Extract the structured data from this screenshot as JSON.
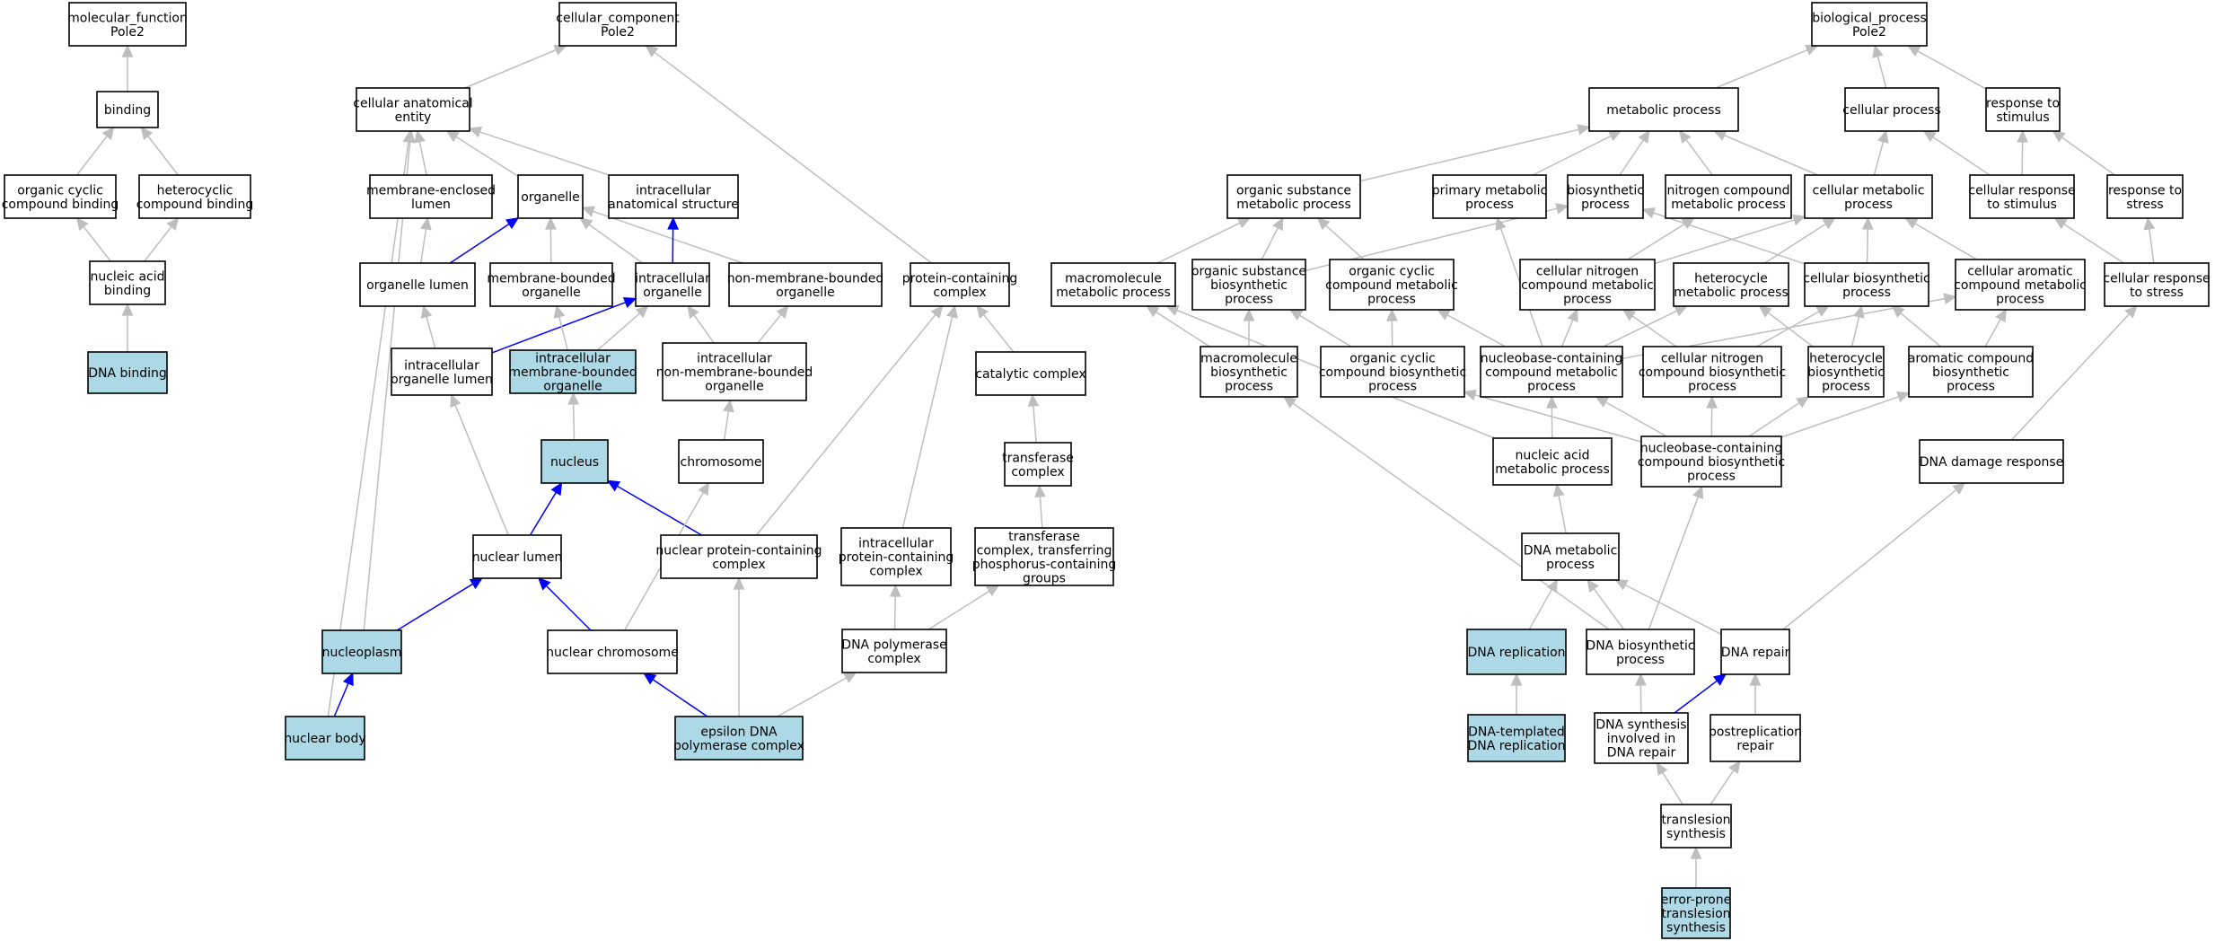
{
  "colors": {
    "highlight_fill": "#add8e6",
    "node_fill": "#ffffff",
    "edge_gray": "#bebebe",
    "edge_blue": "#0000ff"
  },
  "nodes": [
    {
      "id": "mf",
      "lines": [
        "molecular_function",
        "Pole2"
      ],
      "hl": false
    },
    {
      "id": "binding",
      "lines": [
        "binding"
      ],
      "hl": false
    },
    {
      "id": "ocb",
      "lines": [
        "organic cyclic",
        "compound binding"
      ],
      "hl": false
    },
    {
      "id": "hcb",
      "lines": [
        "heterocyclic",
        "compound binding"
      ],
      "hl": false
    },
    {
      "id": "nab",
      "lines": [
        "nucleic acid",
        "binding"
      ],
      "hl": false
    },
    {
      "id": "dnab",
      "lines": [
        "DNA binding"
      ],
      "hl": true
    },
    {
      "id": "cc",
      "lines": [
        "cellular_component",
        "Pole2"
      ],
      "hl": false
    },
    {
      "id": "cae",
      "lines": [
        "cellular anatomical",
        "entity"
      ],
      "hl": false
    },
    {
      "id": "mel",
      "lines": [
        "membrane-enclosed",
        "lumen"
      ],
      "hl": false
    },
    {
      "id": "organelle",
      "lines": [
        "organelle"
      ],
      "hl": false
    },
    {
      "id": "ias",
      "lines": [
        "intracellular",
        "anatomical structure"
      ],
      "hl": false
    },
    {
      "id": "ol",
      "lines": [
        "organelle lumen"
      ],
      "hl": false
    },
    {
      "id": "mbo",
      "lines": [
        "membrane-bounded",
        "organelle"
      ],
      "hl": false
    },
    {
      "id": "io",
      "lines": [
        "intracellular",
        "organelle"
      ],
      "hl": false
    },
    {
      "id": "nmbo",
      "lines": [
        "non-membrane-bounded",
        "organelle"
      ],
      "hl": false
    },
    {
      "id": "iol",
      "lines": [
        "intracellular",
        "organelle lumen"
      ],
      "hl": false
    },
    {
      "id": "imbo",
      "lines": [
        "intracellular",
        "membrane-bounded",
        "organelle"
      ],
      "hl": true
    },
    {
      "id": "inmbo",
      "lines": [
        "intracellular",
        "non-membrane-bounded",
        "organelle"
      ],
      "hl": false
    },
    {
      "id": "nucleus",
      "lines": [
        "nucleus"
      ],
      "hl": true
    },
    {
      "id": "chromosome",
      "lines": [
        "chromosome"
      ],
      "hl": false
    },
    {
      "id": "nuclumen",
      "lines": [
        "nuclear lumen"
      ],
      "hl": false
    },
    {
      "id": "npcc",
      "lines": [
        "nuclear protein-containing",
        "complex"
      ],
      "hl": false
    },
    {
      "id": "nucleoplasm",
      "lines": [
        "nucleoplasm"
      ],
      "hl": true
    },
    {
      "id": "nchrom",
      "lines": [
        "nuclear chromosome"
      ],
      "hl": false
    },
    {
      "id": "nbody",
      "lines": [
        "nuclear body"
      ],
      "hl": true
    },
    {
      "id": "epsilon",
      "lines": [
        "epsilon DNA",
        "polymerase complex"
      ],
      "hl": true
    },
    {
      "id": "pcc",
      "lines": [
        "protein-containing",
        "complex"
      ],
      "hl": false
    },
    {
      "id": "catc",
      "lines": [
        "catalytic complex"
      ],
      "hl": false
    },
    {
      "id": "transc",
      "lines": [
        "transferase",
        "complex"
      ],
      "hl": false
    },
    {
      "id": "tcpg",
      "lines": [
        "transferase",
        "complex, transferring",
        "phosphorus-containing",
        "groups"
      ],
      "hl": false
    },
    {
      "id": "ipcc",
      "lines": [
        "intracellular",
        "protein-containing",
        "complex"
      ],
      "hl": false
    },
    {
      "id": "dnapc",
      "lines": [
        "DNA polymerase",
        "complex"
      ],
      "hl": false
    },
    {
      "id": "bp",
      "lines": [
        "biological_process",
        "Pole2"
      ],
      "hl": false
    },
    {
      "id": "metab",
      "lines": [
        "metabolic process"
      ],
      "hl": false
    },
    {
      "id": "cellp",
      "lines": [
        "cellular process"
      ],
      "hl": false
    },
    {
      "id": "rts",
      "lines": [
        "response to",
        "stimulus"
      ],
      "hl": false
    },
    {
      "id": "osmp",
      "lines": [
        "organic substance",
        "metabolic process"
      ],
      "hl": false
    },
    {
      "id": "pmp",
      "lines": [
        "primary metabolic",
        "process"
      ],
      "hl": false
    },
    {
      "id": "biosyn",
      "lines": [
        "biosynthetic",
        "process"
      ],
      "hl": false
    },
    {
      "id": "ncmp",
      "lines": [
        "nitrogen compound",
        "metabolic process"
      ],
      "hl": false
    },
    {
      "id": "cmp",
      "lines": [
        "cellular metabolic",
        "process"
      ],
      "hl": false
    },
    {
      "id": "crts",
      "lines": [
        "cellular response",
        "to stimulus"
      ],
      "hl": false
    },
    {
      "id": "rtstress",
      "lines": [
        "response to",
        "stress"
      ],
      "hl": false
    },
    {
      "id": "mmp",
      "lines": [
        "macromolecule",
        "metabolic process"
      ],
      "hl": false
    },
    {
      "id": "osbp",
      "lines": [
        "organic substance",
        "biosynthetic",
        "process"
      ],
      "hl": false
    },
    {
      "id": "occmp",
      "lines": [
        "organic cyclic",
        "compound metabolic",
        "process"
      ],
      "hl": false
    },
    {
      "id": "cncmp",
      "lines": [
        "cellular nitrogen",
        "compound metabolic",
        "process"
      ],
      "hl": false
    },
    {
      "id": "hmp",
      "lines": [
        "heterocycle",
        "metabolic process"
      ],
      "hl": false
    },
    {
      "id": "cbp",
      "lines": [
        "cellular biosynthetic",
        "process"
      ],
      "hl": false
    },
    {
      "id": "cacmp",
      "lines": [
        "cellular aromatic",
        "compound metabolic",
        "process"
      ],
      "hl": false
    },
    {
      "id": "crtstress",
      "lines": [
        "cellular response",
        "to stress"
      ],
      "hl": false
    },
    {
      "id": "mbp",
      "lines": [
        "macromolecule",
        "biosynthetic",
        "process"
      ],
      "hl": false
    },
    {
      "id": "occbp",
      "lines": [
        "organic cyclic",
        "compound biosynthetic",
        "process"
      ],
      "hl": false
    },
    {
      "id": "nbcmp",
      "lines": [
        "nucleobase-containing",
        "compound metabolic",
        "process"
      ],
      "hl": false
    },
    {
      "id": "cncbp",
      "lines": [
        "cellular nitrogen",
        "compound biosynthetic",
        "process"
      ],
      "hl": false
    },
    {
      "id": "hbp",
      "lines": [
        "heterocycle",
        "biosynthetic",
        "process"
      ],
      "hl": false
    },
    {
      "id": "acbp",
      "lines": [
        "aromatic compound",
        "biosynthetic",
        "process"
      ],
      "hl": false
    },
    {
      "id": "namp",
      "lines": [
        "nucleic acid",
        "metabolic process"
      ],
      "hl": false
    },
    {
      "id": "nbcbp",
      "lines": [
        "nucleobase-containing",
        "compound biosynthetic",
        "process"
      ],
      "hl": false
    },
    {
      "id": "ddr",
      "lines": [
        "DNA damage response"
      ],
      "hl": false
    },
    {
      "id": "dnamp",
      "lines": [
        "DNA metabolic",
        "process"
      ],
      "hl": false
    },
    {
      "id": "dnarep",
      "lines": [
        "DNA replication"
      ],
      "hl": true
    },
    {
      "id": "dnabp",
      "lines": [
        "DNA biosynthetic",
        "process"
      ],
      "hl": false
    },
    {
      "id": "dnarepair",
      "lines": [
        "DNA repair"
      ],
      "hl": false
    },
    {
      "id": "dtdr",
      "lines": [
        "DNA-templated",
        "DNA replication"
      ],
      "hl": true
    },
    {
      "id": "dsdr",
      "lines": [
        "DNA synthesis",
        "involved in",
        "DNA repair"
      ],
      "hl": false
    },
    {
      "id": "postrep",
      "lines": [
        "postreplication",
        "repair"
      ],
      "hl": false
    },
    {
      "id": "tls",
      "lines": [
        "translesion",
        "synthesis"
      ],
      "hl": false
    },
    {
      "id": "eptls",
      "lines": [
        "error-prone",
        "translesion",
        "synthesis"
      ],
      "hl": true
    }
  ],
  "edges": [
    {
      "from": "binding",
      "to": "mf",
      "c": "g"
    },
    {
      "from": "ocb",
      "to": "binding",
      "c": "g"
    },
    {
      "from": "hcb",
      "to": "binding",
      "c": "g"
    },
    {
      "from": "nab",
      "to": "ocb",
      "c": "g"
    },
    {
      "from": "nab",
      "to": "hcb",
      "c": "g"
    },
    {
      "from": "dnab",
      "to": "nab",
      "c": "g"
    },
    {
      "from": "cae",
      "to": "cc",
      "c": "g"
    },
    {
      "from": "pcc",
      "to": "cc",
      "c": "g"
    },
    {
      "from": "mel",
      "to": "cae",
      "c": "g"
    },
    {
      "from": "organelle",
      "to": "cae",
      "c": "g"
    },
    {
      "from": "ias",
      "to": "cae",
      "c": "g"
    },
    {
      "from": "nucleoplasm",
      "to": "cae",
      "c": "g"
    },
    {
      "from": "nbody",
      "to": "cae",
      "c": "g"
    },
    {
      "from": "ol",
      "to": "mel",
      "c": "g"
    },
    {
      "from": "ol",
      "to": "organelle",
      "c": "b"
    },
    {
      "from": "mbo",
      "to": "organelle",
      "c": "g"
    },
    {
      "from": "io",
      "to": "organelle",
      "c": "g"
    },
    {
      "from": "nmbo",
      "to": "organelle",
      "c": "g"
    },
    {
      "from": "io",
      "to": "ias",
      "c": "b"
    },
    {
      "from": "iol",
      "to": "ol",
      "c": "g"
    },
    {
      "from": "iol",
      "to": "io",
      "c": "b"
    },
    {
      "from": "imbo",
      "to": "mbo",
      "c": "g"
    },
    {
      "from": "imbo",
      "to": "io",
      "c": "g"
    },
    {
      "from": "inmbo",
      "to": "io",
      "c": "g"
    },
    {
      "from": "inmbo",
      "to": "nmbo",
      "c": "g"
    },
    {
      "from": "nucleus",
      "to": "imbo",
      "c": "g"
    },
    {
      "from": "chromosome",
      "to": "inmbo",
      "c": "g"
    },
    {
      "from": "nuclumen",
      "to": "nucleus",
      "c": "b"
    },
    {
      "from": "nuclumen",
      "to": "iol",
      "c": "g"
    },
    {
      "from": "npcc",
      "to": "nucleus",
      "c": "b"
    },
    {
      "from": "npcc",
      "to": "pcc",
      "c": "g"
    },
    {
      "from": "nucleoplasm",
      "to": "nuclumen",
      "c": "b"
    },
    {
      "from": "nchrom",
      "to": "nuclumen",
      "c": "b"
    },
    {
      "from": "nchrom",
      "to": "chromosome",
      "c": "g"
    },
    {
      "from": "nbody",
      "to": "nucleoplasm",
      "c": "b"
    },
    {
      "from": "epsilon",
      "to": "nchrom",
      "c": "b"
    },
    {
      "from": "epsilon",
      "to": "npcc",
      "c": "g"
    },
    {
      "from": "epsilon",
      "to": "dnapc",
      "c": "g"
    },
    {
      "from": "catc",
      "to": "pcc",
      "c": "g"
    },
    {
      "from": "ipcc",
      "to": "pcc",
      "c": "g"
    },
    {
      "from": "transc",
      "to": "catc",
      "c": "g"
    },
    {
      "from": "tcpg",
      "to": "transc",
      "c": "g"
    },
    {
      "from": "dnapc",
      "to": "ipcc",
      "c": "g"
    },
    {
      "from": "dnapc",
      "to": "tcpg",
      "c": "g"
    },
    {
      "from": "metab",
      "to": "bp",
      "c": "g"
    },
    {
      "from": "cellp",
      "to": "bp",
      "c": "g"
    },
    {
      "from": "rts",
      "to": "bp",
      "c": "g"
    },
    {
      "from": "osmp",
      "to": "metab",
      "c": "g"
    },
    {
      "from": "pmp",
      "to": "metab",
      "c": "g"
    },
    {
      "from": "biosyn",
      "to": "metab",
      "c": "g"
    },
    {
      "from": "ncmp",
      "to": "metab",
      "c": "g"
    },
    {
      "from": "cmp",
      "to": "metab",
      "c": "g"
    },
    {
      "from": "cmp",
      "to": "cellp",
      "c": "g"
    },
    {
      "from": "crts",
      "to": "cellp",
      "c": "g"
    },
    {
      "from": "crts",
      "to": "rts",
      "c": "g"
    },
    {
      "from": "rtstress",
      "to": "rts",
      "c": "g"
    },
    {
      "from": "mmp",
      "to": "osmp",
      "c": "g"
    },
    {
      "from": "osbp",
      "to": "osmp",
      "c": "g"
    },
    {
      "from": "occmp",
      "to": "osmp",
      "c": "g"
    },
    {
      "from": "osbp",
      "to": "biosyn",
      "c": "g"
    },
    {
      "from": "cncmp",
      "to": "ncmp",
      "c": "g"
    },
    {
      "from": "cncmp",
      "to": "cmp",
      "c": "g"
    },
    {
      "from": "hmp",
      "to": "cmp",
      "c": "g"
    },
    {
      "from": "cbp",
      "to": "cmp",
      "c": "g"
    },
    {
      "from": "cbp",
      "to": "biosyn",
      "c": "g"
    },
    {
      "from": "cacmp",
      "to": "cmp",
      "c": "g"
    },
    {
      "from": "crtstress",
      "to": "crts",
      "c": "g"
    },
    {
      "from": "crtstress",
      "to": "rtstress",
      "c": "g"
    },
    {
      "from": "mbp",
      "to": "mmp",
      "c": "g"
    },
    {
      "from": "mbp",
      "to": "osbp",
      "c": "g"
    },
    {
      "from": "occbp",
      "to": "osbp",
      "c": "g"
    },
    {
      "from": "occbp",
      "to": "occmp",
      "c": "g"
    },
    {
      "from": "nbcmp",
      "to": "occmp",
      "c": "g"
    },
    {
      "from": "nbcmp",
      "to": "cncmp",
      "c": "g"
    },
    {
      "from": "nbcmp",
      "to": "hmp",
      "c": "g"
    },
    {
      "from": "nbcmp",
      "to": "cacmp",
      "c": "g"
    },
    {
      "from": "nbcmp",
      "to": "pmp",
      "c": "g"
    },
    {
      "from": "cncbp",
      "to": "cncmp",
      "c": "g"
    },
    {
      "from": "cncbp",
      "to": "cbp",
      "c": "g"
    },
    {
      "from": "hbp",
      "to": "hmp",
      "c": "g"
    },
    {
      "from": "hbp",
      "to": "cbp",
      "c": "g"
    },
    {
      "from": "acbp",
      "to": "cacmp",
      "c": "g"
    },
    {
      "from": "acbp",
      "to": "cbp",
      "c": "g"
    },
    {
      "from": "namp",
      "to": "nbcmp",
      "c": "g"
    },
    {
      "from": "namp",
      "to": "mmp",
      "c": "g"
    },
    {
      "from": "nbcbp",
      "to": "nbcmp",
      "c": "g"
    },
    {
      "from": "nbcbp",
      "to": "cncbp",
      "c": "g"
    },
    {
      "from": "nbcbp",
      "to": "hbp",
      "c": "g"
    },
    {
      "from": "nbcbp",
      "to": "acbp",
      "c": "g"
    },
    {
      "from": "nbcbp",
      "to": "occbp",
      "c": "g"
    },
    {
      "from": "ddr",
      "to": "crtstress",
      "c": "g"
    },
    {
      "from": "dnamp",
      "to": "namp",
      "c": "g"
    },
    {
      "from": "dnarep",
      "to": "dnamp",
      "c": "g"
    },
    {
      "from": "dnabp",
      "to": "dnamp",
      "c": "g"
    },
    {
      "from": "dnabp",
      "to": "nbcbp",
      "c": "g"
    },
    {
      "from": "dnabp",
      "to": "mbp",
      "c": "g"
    },
    {
      "from": "dnarepair",
      "to": "dnamp",
      "c": "g"
    },
    {
      "from": "dnarepair",
      "to": "ddr",
      "c": "g"
    },
    {
      "from": "dtdr",
      "to": "dnarep",
      "c": "g"
    },
    {
      "from": "dsdr",
      "to": "dnabp",
      "c": "g"
    },
    {
      "from": "dsdr",
      "to": "dnarepair",
      "c": "b"
    },
    {
      "from": "postrep",
      "to": "dnarepair",
      "c": "g"
    },
    {
      "from": "tls",
      "to": "dsdr",
      "c": "g"
    },
    {
      "from": "tls",
      "to": "postrep",
      "c": "g"
    },
    {
      "from": "eptls",
      "to": "tls",
      "c": "g"
    }
  ]
}
